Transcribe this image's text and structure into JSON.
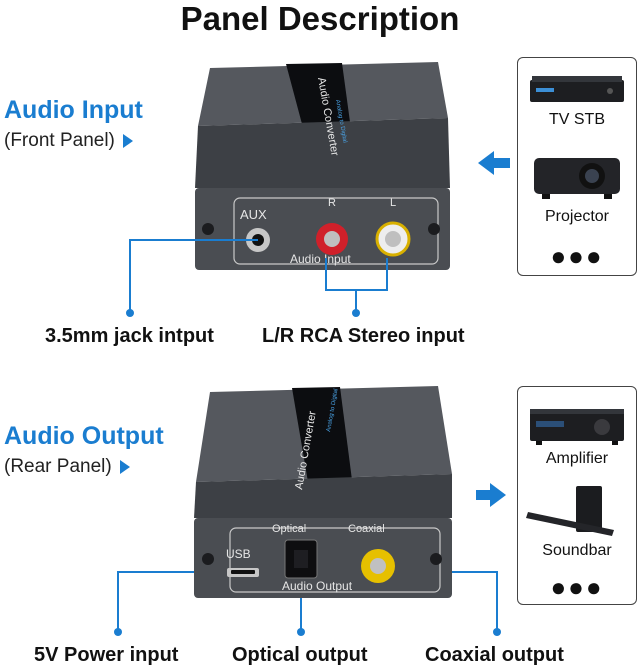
{
  "title": "Panel Description",
  "input_section": {
    "heading": "Audio Input",
    "subheading": "(Front Panel)",
    "device_top_label": "Audio Converter",
    "device_top_sublabel": "Analog to Digital",
    "port_aux": "AUX",
    "port_r": "R",
    "port_l": "L",
    "panel_caption": "Audio Input",
    "callouts": [
      "3.5mm jack intput",
      "L/R RCA Stereo input"
    ],
    "sources": [
      "TV STB",
      "Projector"
    ],
    "more": "●●●"
  },
  "output_section": {
    "heading": "Audio Output",
    "subheading": "(Rear Panel)",
    "device_top_label": "Audio Converter",
    "device_top_sublabel": "Analog to Digital",
    "port_optical": "Optical",
    "port_coaxial": "Coaxial",
    "port_usb": "USB",
    "panel_caption": "Audio Output",
    "callouts": [
      "5V Power input",
      "Optical output",
      "Coaxial output"
    ],
    "targets": [
      "Amplifier",
      "Soundbar"
    ],
    "more": "●●●"
  },
  "colors": {
    "accent": "#1a7dd0",
    "device": "#4a4d52",
    "red_jack": "#d0202a",
    "yellow_jack": "#e6c000"
  }
}
